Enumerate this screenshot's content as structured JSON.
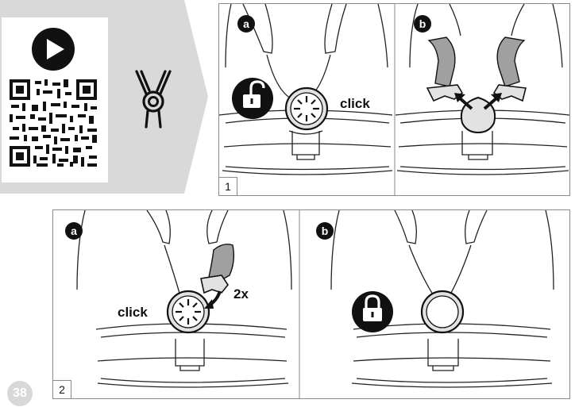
{
  "page": {
    "number": "38"
  },
  "step1": {
    "number": "1",
    "panel_a": {
      "badge": "a",
      "click_text": "click",
      "lock_icon": "unlocked-padlock-icon"
    },
    "panel_b": {
      "badge": "b",
      "arrows_icon": "outward-arrows-icon"
    }
  },
  "step2": {
    "number": "2",
    "panel_a": {
      "badge": "a",
      "click_text": "click",
      "repeat_text": "2x"
    },
    "panel_b": {
      "badge": "b",
      "lock_icon": "locked-padlock-icon"
    }
  },
  "icons": {
    "video": "play-icon",
    "qr": "qr-code-icon",
    "harness": "harness-buckle-icon"
  },
  "colors": {
    "banner_gray": "#d9d9d9",
    "strap_gray": "#a0a0a0",
    "buckle_light": "#e2e2e2",
    "ink": "#111111"
  }
}
